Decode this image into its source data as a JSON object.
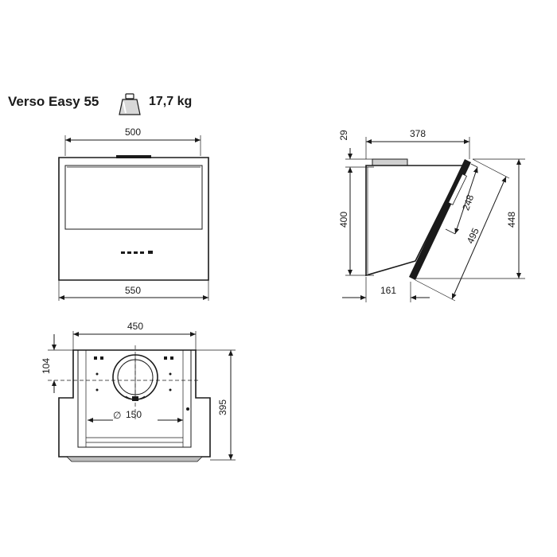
{
  "title": "Verso Easy 55",
  "weight": "17,7 kg",
  "front_view": {
    "dim_top_width": "500",
    "dim_bottom_width": "550"
  },
  "side_view": {
    "dim_top_offset": "29",
    "dim_top_depth": "378",
    "dim_height": "400",
    "dim_total_height": "448",
    "dim_glass_inner": "248",
    "dim_glass_length": "495",
    "dim_bottom_depth": "161"
  },
  "top_view": {
    "dim_width": "450",
    "dim_offset": "104",
    "dim_depth": "395",
    "dim_outlet_diameter": "150",
    "diameter_symbol": "∅"
  }
}
